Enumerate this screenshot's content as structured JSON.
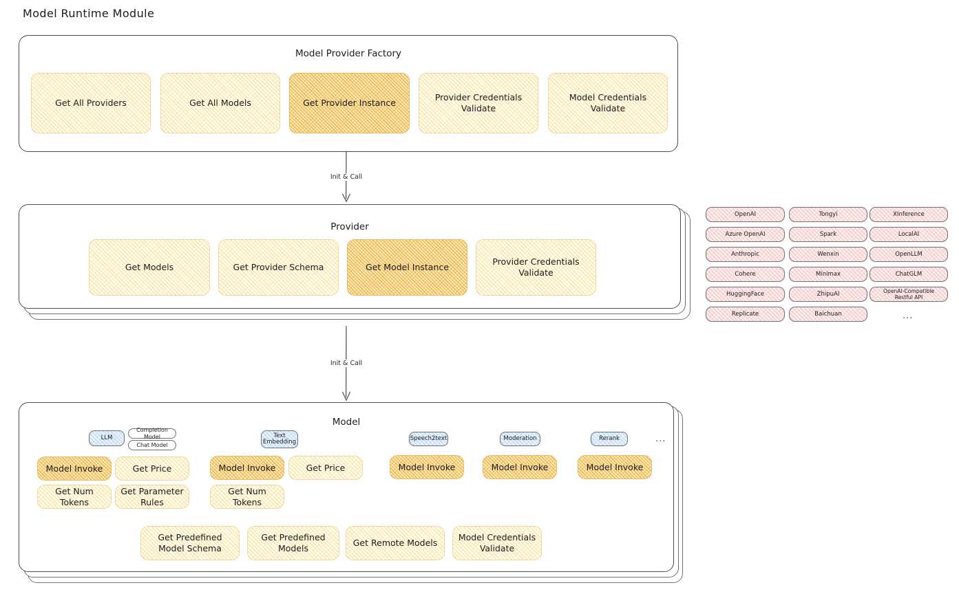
{
  "page": {
    "title": "Model Runtime Module"
  },
  "factory": {
    "title": "Model Provider Factory",
    "nodes": [
      {
        "label": "Get All Providers",
        "highlight": false
      },
      {
        "label": "Get All Models",
        "highlight": false
      },
      {
        "label": "Get Provider Instance",
        "highlight": true
      },
      {
        "label": "Provider Credentials Validate",
        "highlight": false
      },
      {
        "label": "Model Credentials Validate",
        "highlight": false
      }
    ]
  },
  "arrows": [
    {
      "label": "Init & Call"
    },
    {
      "label": "Init & Call"
    }
  ],
  "provider": {
    "title": "Provider",
    "nodes": [
      {
        "label": "Get Models",
        "highlight": false
      },
      {
        "label": "Get Provider Schema",
        "highlight": false
      },
      {
        "label": "Get Model Instance",
        "highlight": true
      },
      {
        "label": "Provider Credentials Validate",
        "highlight": false
      }
    ]
  },
  "provider_list": {
    "columns": [
      {
        "items": [
          "OpenAI",
          "Azure OpenAI",
          "Anthropic",
          "Cohere",
          "HuggingFace",
          "Replicate"
        ]
      },
      {
        "items": [
          "Tongyi",
          "Spark",
          "Wenxin",
          "Minimax",
          "ZhipuAI",
          "Baichuan"
        ]
      },
      {
        "items": [
          "XInference",
          "LocalAI",
          "OpenLLM",
          "ChatGLM",
          "OpenAI-Compatible Restful API"
        ]
      }
    ],
    "more": "..."
  },
  "model": {
    "title": "Model",
    "more": "...",
    "types": [
      {
        "name": "LLM",
        "subtypes": [
          "Completion Model",
          "Chat Model"
        ],
        "methods": [
          {
            "label": "Model Invoke",
            "highlight": true
          },
          {
            "label": "Get Price",
            "highlight": false
          },
          {
            "label": "Get Num Tokens",
            "highlight": false
          },
          {
            "label": "Get Parameter Rules",
            "highlight": false
          }
        ]
      },
      {
        "name": "Text Embedding",
        "subtypes": [],
        "methods": [
          {
            "label": "Model Invoke",
            "highlight": true
          },
          {
            "label": "Get Price",
            "highlight": false
          },
          {
            "label": "Get Num Tokens",
            "highlight": false
          }
        ]
      },
      {
        "name": "Speech2text",
        "subtypes": [],
        "methods": [
          {
            "label": "Model Invoke",
            "highlight": true
          }
        ]
      },
      {
        "name": "Moderation",
        "subtypes": [],
        "methods": [
          {
            "label": "Model Invoke",
            "highlight": true
          }
        ]
      },
      {
        "name": "Rerank",
        "subtypes": [],
        "methods": [
          {
            "label": "Model Invoke",
            "highlight": true
          }
        ]
      }
    ],
    "common_methods": [
      {
        "label": "Get Predefined Model Schema"
      },
      {
        "label": "Get Predefined Models"
      },
      {
        "label": "Get Remote Models"
      },
      {
        "label": "Model Credentials Validate"
      }
    ]
  },
  "colors": {
    "amber_fill": "#fffdf0",
    "amber_strong_fill": "#fdebc0",
    "rose_fill": "#fdeeee",
    "blue_fill": "#eaf3fb",
    "stroke": "#4a4a52"
  }
}
